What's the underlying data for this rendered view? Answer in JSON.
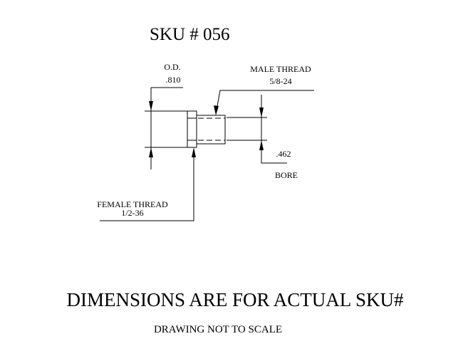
{
  "title": "SKU # 056",
  "labels": {
    "od_label": "O.D.",
    "od_value": ".810",
    "male_thread_label": "MALE THREAD",
    "male_thread_value": "5/8-24",
    "bore_value": ".462",
    "bore_label": "BORE",
    "female_thread_label": "FEMALE THREAD",
    "female_thread_value": "1/2-36"
  },
  "footer": {
    "note": "DIMENSIONS ARE FOR ACTUAL SKU#",
    "scale_note": "DRAWING NOT TO SCALE"
  }
}
